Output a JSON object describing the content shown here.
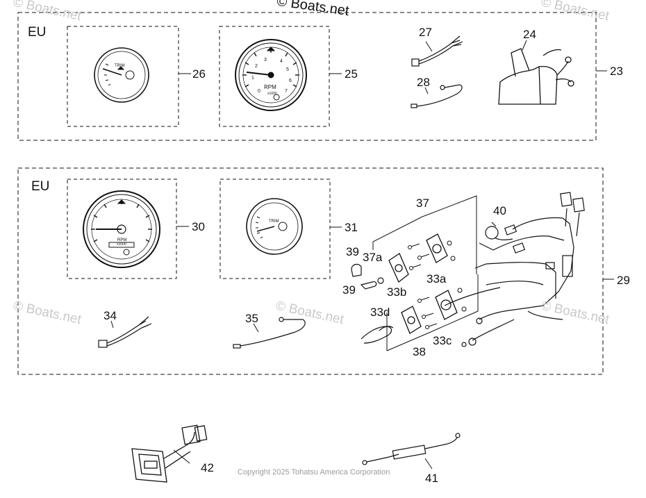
{
  "watermark": {
    "top": "© Boats.net",
    "faint": "© Boats.net"
  },
  "region_labels": {
    "upper_group": "EU",
    "lower_group": "EU"
  },
  "callouts": {
    "p23": "23",
    "p24": "24",
    "p25": "25",
    "p26": "26",
    "p27": "27",
    "p28": "28",
    "p29": "29",
    "p30": "30",
    "p31": "31",
    "p34": "34",
    "p35": "35",
    "p37": "37",
    "p37a": "37a",
    "p38": "38",
    "p39a": "39",
    "p39b": "39",
    "p40": "40",
    "p33a": "33a",
    "p33b": "33b",
    "p33c": "33c",
    "p33d": "33d",
    "p41": "41",
    "p42": "42"
  },
  "gauges": {
    "trim_label": "TRIM",
    "rpm_label": "RPM",
    "rpm_multiplier": "x1000",
    "tach_ticks": [
      "0",
      "1",
      "2",
      "3",
      "4",
      "5",
      "6",
      "7"
    ]
  },
  "copyright": "Copyright 2025 Tohatsu America Corporation",
  "colors": {
    "line": "#111111",
    "watermark": "#c9c9c9",
    "copyright": "#9a9a9a"
  }
}
